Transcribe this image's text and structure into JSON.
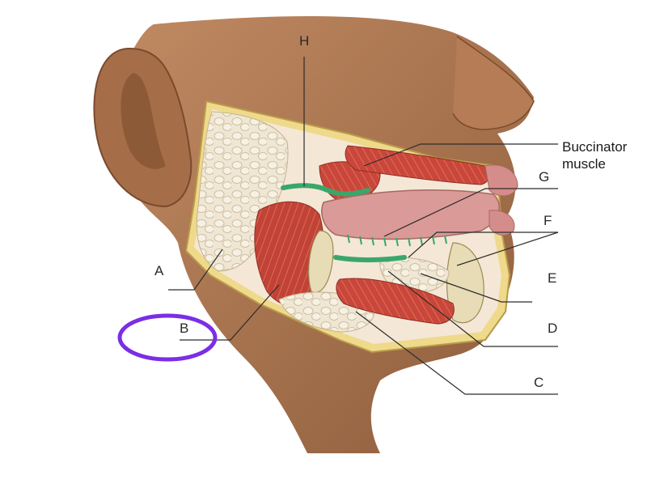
{
  "labels": {
    "a": "A",
    "b": "B",
    "c": "C",
    "d": "D",
    "e": "E",
    "f": "F",
    "g": "G",
    "h": "H",
    "buccinator_line1": "Buccinator",
    "buccinator_line2": "muscle"
  },
  "highlight_color": "#7a2ee6",
  "palette": {
    "skin": "#b07a52",
    "skin_shadow": "#8d5c3a",
    "gland": "#ece3d0",
    "muscle": "#c8473a",
    "bone": "#e6ddb8",
    "nerve": "#3fae6b",
    "tongue": "#d98f8f"
  }
}
